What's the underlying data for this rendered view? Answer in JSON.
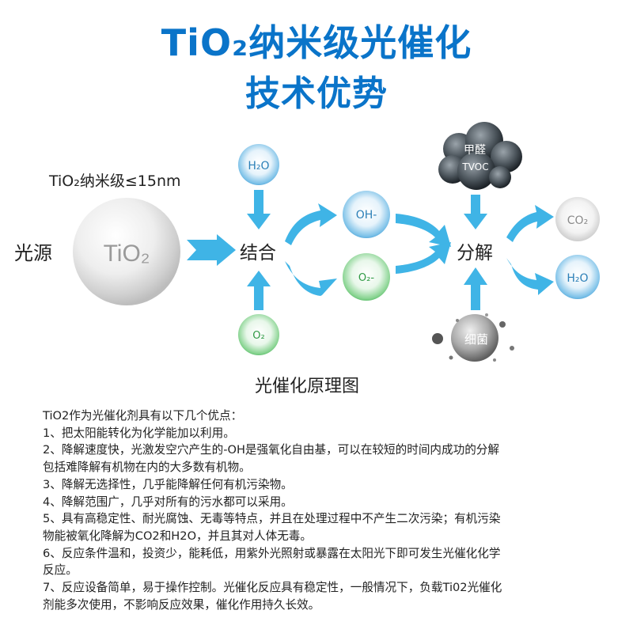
{
  "title": {
    "line1": "TiO₂纳米级光催化",
    "line2": "技术优势"
  },
  "diagram": {
    "size_label": "TiO₂纳米级≤15nm",
    "light_source": "光源",
    "tio2": "TiO₂",
    "combine": "结合",
    "decompose": "分解",
    "h2o_in": "H₂O",
    "o2_in": "O₂",
    "oh": "OH-",
    "o2_minus": "O₂-",
    "pollutant_line1": "甲醛",
    "pollutant_line2": "TVOC",
    "bacteria": "细菌",
    "co2_out": "CO₂",
    "h2o_out": "H₂O",
    "caption": "光催化原理图",
    "colors": {
      "blue_sphere": "#4aa6dc",
      "green_sphere": "#5cc46a",
      "gray_sphere": "#c9c9c9",
      "arrow": "#3fb4e6",
      "title": "#0a74c9"
    }
  },
  "description": {
    "intro": "TiO2作为光催化剂具有以下几个优点：",
    "lines": [
      "1、把太阳能转化为化学能加以利用。",
      "2、降解速度快，光激发空穴产生的-OH是强氧化自由基，可以在较短的时间内成功的分解",
      "包括难降解有机物在内的大多数有机物。",
      "3、降解无选择性，几乎能降解任何有机污染物。",
      "4、降解范围广，几乎对所有的污水都可以采用。",
      "5、具有高稳定性、耐光腐蚀、无毒等特点，并且在处理过程中不产生二次污染；有机污染",
      "物能被氧化降解为CO2和H2O，并且其对人体无毒。",
      "6、反应条件温和，投资少，能耗低，用紫外光照射或暴露在太阳光下即可发生光催化化学",
      "反应。",
      "7、反应设备简单，易于操作控制。光催化反应具有稳定性，一般情况下，负载Ti02光催化",
      "剂能多次使用，不影响反应效果，催化作用持久长效。"
    ]
  }
}
